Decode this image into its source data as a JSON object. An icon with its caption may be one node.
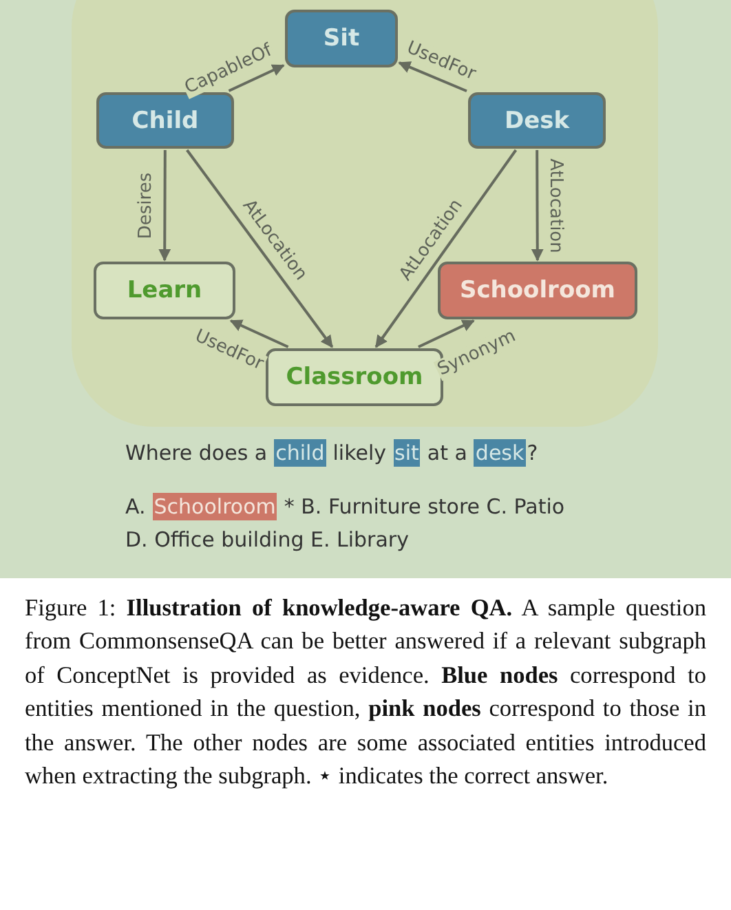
{
  "diagram": {
    "caption": "Figure 1: **Illustration of knowledge-aware QA.** A sample question from CommonsenseQA can be better answered if a relevant subgraph of ConceptNet is provided as evidence. **Blue nodes** correspond to entities mentioned in the question, **pink nodes** correspond to those in the answer. The other nodes are some associated entities introduced when extracting the subgraph. ⋆ indicates the correct answer.",
    "nodes": [
      {
        "text": [
          "Sit"
        ]
      },
      {
        "text": [
          "Child"
        ]
      },
      {
        "text": [
          "Desk"
        ]
      },
      {
        "text": [
          "Learn"
        ]
      },
      {
        "text": [
          "Schoolroom"
        ]
      },
      {
        "text": [
          "Classroom"
        ]
      }
    ],
    "edges": [
      {
        "from": 1,
        "to": 0,
        "arrow": "to",
        "label": "CapableOf"
      },
      {
        "from": 2,
        "to": 0,
        "arrow": "to",
        "label": "UsedFor"
      },
      {
        "from": 1,
        "to": 3,
        "arrow": "to",
        "label": "Desires"
      },
      {
        "from": 1,
        "to": 5,
        "arrow": "to",
        "label": "AtLocation"
      },
      {
        "from": 2,
        "to": 5,
        "arrow": "to",
        "label": "AtLocation"
      },
      {
        "from": 2,
        "to": 4,
        "arrow": "to",
        "label": "AtLocation"
      },
      {
        "from": 5,
        "to": 3,
        "arrow": "to",
        "label": "UsedFor"
      },
      {
        "from": 5,
        "to": 4,
        "arrow": "to",
        "label": "Synonym"
      }
    ],
    "labels": [
      "Where does a",
      "child",
      "likely",
      "sit",
      "at a",
      "desk",
      "?",
      "A.",
      "Schoolroom",
      "* B. Furniture store C. Patio",
      "D. Office building  E. Library"
    ]
  }
}
